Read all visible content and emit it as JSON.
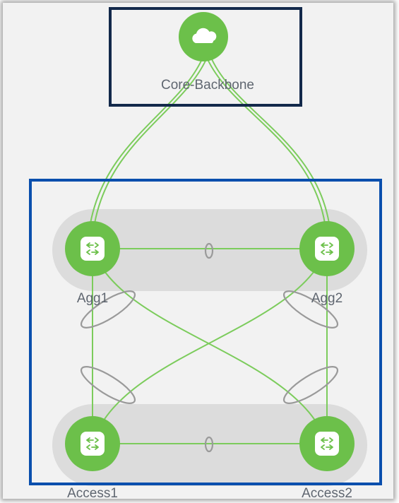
{
  "diagram": {
    "nodes": {
      "core": {
        "label": "Core-Backbone",
        "icon": "cloud-icon"
      },
      "agg1": {
        "label": "Agg1",
        "icon": "switch-icon"
      },
      "agg2": {
        "label": "Agg2",
        "icon": "switch-icon"
      },
      "access1": {
        "label": "Access1",
        "icon": "switch-icon"
      },
      "access2": {
        "label": "Access2",
        "icon": "switch-icon"
      }
    },
    "colors": {
      "node": "#6cc04a",
      "link": "#7ccc5c",
      "core_box": "#13294b",
      "site_box": "#0a4fad",
      "group_band": "#dcdcdc",
      "bundle_ring": "#9a9a9a",
      "label": "#5f6670"
    }
  }
}
